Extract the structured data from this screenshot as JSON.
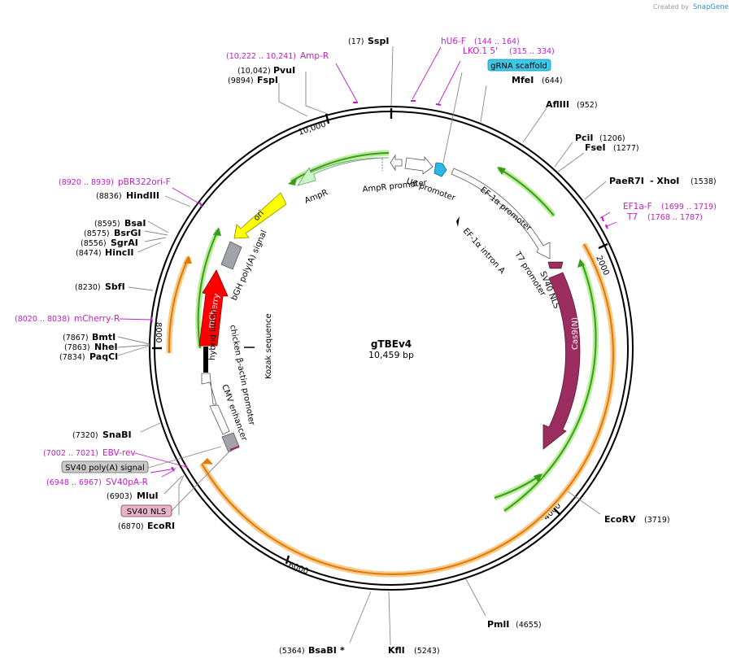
{
  "watermark": {
    "prefix": "Created by",
    "brand": "SnapGene"
  },
  "plasmid": {
    "name": "gTBEv4",
    "length_label": "10,459 bp"
  },
  "ticks": {
    "t2000": "2000",
    "t4000": "4000",
    "t6000": "6000",
    "t8000": "8000",
    "t10000": "10,000"
  },
  "sites": {
    "sspi": {
      "name": "SspI",
      "pos": "(17)"
    },
    "pvui": {
      "name": "PvuI",
      "pos": "(10,042)"
    },
    "fspi": {
      "name": "FspI",
      "pos": "(9894)"
    },
    "mfei": {
      "name": "MfeI",
      "pos": "(644)"
    },
    "aflii": {
      "name": "AflIII",
      "pos": "(952)"
    },
    "pcii": {
      "name": "PciI",
      "pos": "(1206)"
    },
    "fsei": {
      "name": "FseI",
      "pos": "(1277)"
    },
    "paer7i": {
      "name": "PaeR7I",
      "name2": "- XhoI",
      "pos": "(1538)"
    },
    "ecorv": {
      "name": "EcoRV",
      "pos": "(3719)"
    },
    "pmli": {
      "name": "PmlI",
      "pos": "(4655)"
    },
    "kfli": {
      "name": "KflI",
      "pos": "(5243)"
    },
    "bsabi": {
      "name": "BsaBI",
      "star": "*",
      "pos": "(5364)"
    },
    "ecori": {
      "name": "EcoRI",
      "pos": "(6870)"
    },
    "mlui": {
      "name": "MluI",
      "pos": "(6903)"
    },
    "snabi": {
      "name": "SnaBI",
      "pos": "(7320)"
    },
    "paqci": {
      "name": "PaqCI",
      "pos": "(7834)"
    },
    "nhei": {
      "name": "NheI",
      "pos": "(7863)"
    },
    "bmti": {
      "name": "BmtI",
      "pos": "(7867)"
    },
    "sbfi": {
      "name": "SbfI",
      "pos": "(8230)"
    },
    "hincii": {
      "name": "HincII",
      "pos": "(8474)"
    },
    "sgrai": {
      "name": "SgrAI",
      "pos": "(8556)"
    },
    "bsrgi": {
      "name": "BsrGI",
      "pos": "(8575)"
    },
    "bsai": {
      "name": "BsaI",
      "pos": "(8595)"
    },
    "hindiii": {
      "name": "HindIII",
      "pos": "(8836)"
    }
  },
  "primers": {
    "ampr": {
      "name": "Amp-R",
      "range": "(10,222 .. 10,241)"
    },
    "hu6f": {
      "name": "hU6-F",
      "range": "(144 .. 164)"
    },
    "lko1": {
      "name": "LKO.1 5'",
      "range": "(315 .. 334)"
    },
    "ef1af": {
      "name": "EF1a-F",
      "range": "(1699 .. 1719)"
    },
    "t7": {
      "name": "T7",
      "range": "(1768 .. 1787)"
    },
    "pbr322": {
      "name": "pBR322ori-F",
      "range": "(8920 .. 8939)"
    },
    "mcherryr": {
      "name": "mCherry-R",
      "range": "(8020 .. 8038)"
    },
    "ebvrev": {
      "name": "EBV-rev",
      "range": "(7002 .. 7021)"
    },
    "sv40par": {
      "name": "SV40pA-R",
      "range": "(6948 .. 6967)"
    }
  },
  "boxed_labels": {
    "grna": {
      "text": "gRNA scaffold",
      "color": "#3ec8e6"
    },
    "sv40pa": {
      "text": "SV40 poly(A) signal",
      "color": "#c8c8c8"
    },
    "sv40nls": {
      "text": "SV40 NLS",
      "color": "#e8b4c8"
    }
  },
  "features": {
    "ampr": "AmpR",
    "ampr_promoter": "AmpR promoter",
    "u6": "U6 promoter",
    "ef1a": "EF-1α promoter",
    "ef1a_intron": "EF-1α intron A",
    "t7": "T7 promoter",
    "sv40nls": "SV40 NLS",
    "cas9": "Cas9(N)",
    "ori": "ori",
    "bgh": "bGH poly(A) signal",
    "mcherry": "mCherry",
    "kozak": "Kozak sequence",
    "hybrid_intron": "hybrid intron",
    "chicken": "chicken β-actin promoter",
    "cmv": "CMV enhancer"
  },
  "colors": {
    "ampr": "#c8f5c8",
    "ori": "#ffff00",
    "mcherry": "#ff0000",
    "cas9": "#9b2d60",
    "u6_marker": "#2ab7e8",
    "primer": "#c01ec8",
    "green_arc": "#3c9a1e",
    "orange_arc": "#e07b00"
  }
}
